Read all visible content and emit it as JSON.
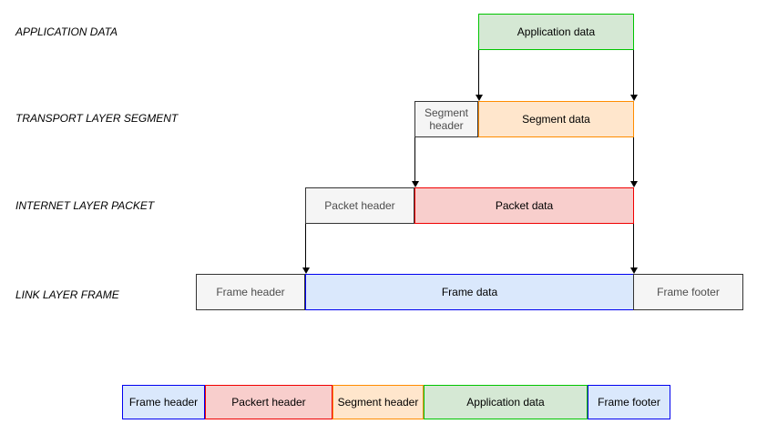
{
  "diagram": {
    "row_labels": [
      "APPLICATION DATA",
      "TRANSPORT LAYER SEGMENT",
      "INTERNET LAYER PACKET",
      "LINK LAYER FRAME"
    ],
    "rows": {
      "application": {
        "data": "Application data"
      },
      "transport": {
        "header": "Segment header",
        "data": "Segment data"
      },
      "internet": {
        "header": "Packet header",
        "data": "Packet data"
      },
      "link": {
        "header": "Frame header",
        "data": "Frame data",
        "footer": "Frame footer"
      }
    },
    "composed_frame": {
      "items": [
        "Frame header",
        "Packert header",
        "Segment header",
        "Application data",
        "Frame footer"
      ]
    },
    "colors": {
      "background": "#ffffff",
      "green_fill": "#d5e8d4",
      "green_stroke": "#00c400",
      "orange_fill": "#ffe6cc",
      "orange_stroke": "#ff8c00",
      "red_fill": "#f8cecc",
      "red_stroke": "#f00000",
      "blue_fill": "#dae8fc",
      "blue_stroke": "#0000f0",
      "gray_fill": "#f5f5f5",
      "gray_stroke": "#333333",
      "gray_text": "#4d4d4d",
      "box_text": "#000000",
      "label_text": "#000000",
      "arrow": "#000000"
    }
  }
}
